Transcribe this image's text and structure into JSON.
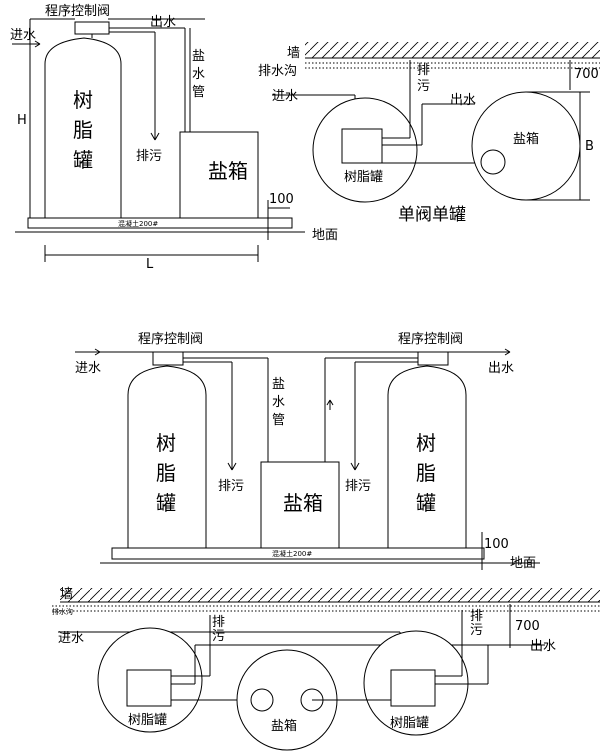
{
  "top_left": {
    "valve": "程序控制阀",
    "inlet": "进水",
    "outlet": "出水",
    "brine_pipe": [
      "盐",
      "水",
      "管"
    ],
    "height": "H",
    "tank": [
      "树",
      "脂",
      "罐"
    ],
    "drain": "排污",
    "salt_box": "盐箱",
    "concrete": "混凝土200#",
    "dim_100": "100",
    "ground": "地面",
    "length": "L"
  },
  "top_right": {
    "wall": "墙",
    "ditch": "排水沟",
    "drain": [
      "排",
      "污"
    ],
    "dim_700": "700",
    "inlet": "进水",
    "outlet": "出水",
    "salt_box": "盐箱",
    "b": "B",
    "tank_label": "树脂罐",
    "title": "单阀单罐"
  },
  "middle": {
    "valve_left": "程序控制阀",
    "valve_right": "程序控制阀",
    "inlet": "进水",
    "outlet": "出水",
    "brine_pipe": [
      "盐",
      "水",
      "管"
    ],
    "tank_left": [
      "树",
      "脂",
      "罐"
    ],
    "tank_right": [
      "树",
      "脂",
      "罐"
    ],
    "drain_left": "排污",
    "drain_right": "排污",
    "salt_box": "盐箱",
    "concrete": "混凝土200#",
    "dim_100": "100",
    "ground": "地面"
  },
  "bottom": {
    "wall": "墙",
    "ditch": "排水沟",
    "drain_left": [
      "排",
      "污"
    ],
    "drain_right": [
      "排",
      "污"
    ],
    "dim_700": "700",
    "inlet": "进水",
    "outlet": "出水",
    "tank_left": "树脂罐",
    "salt_box": "盐箱",
    "tank_right": "树脂罐"
  }
}
